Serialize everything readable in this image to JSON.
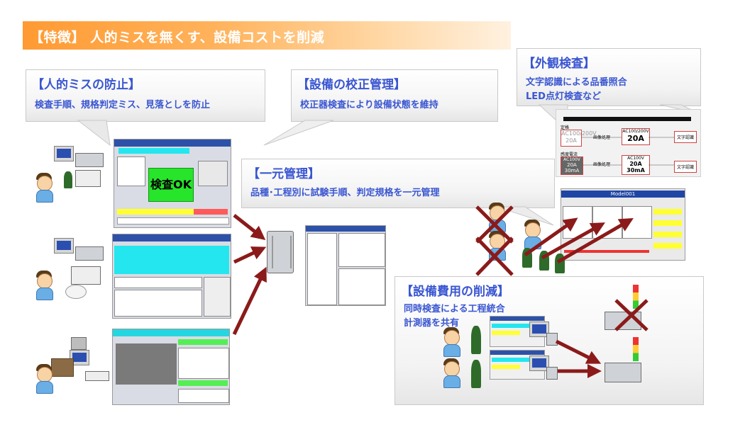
{
  "banner": {
    "title": "【特徴】 人的ミスを無くす、設備コストを削減"
  },
  "callouts": {
    "prevention": {
      "title": "【人的ミスの防止】",
      "line1": "検査手順、規格判定ミス、見落としを防止"
    },
    "calibration": {
      "title": "【設備の校正管理】",
      "line1": "校正器検査により設備状態を維持"
    },
    "appearance": {
      "title": "【外観検査】",
      "line1": "文字認識による品番照合",
      "line2": "LED点灯検査など"
    },
    "central": {
      "title": "【一元管理】",
      "line1": "品種･工程別に試験手順、判定規格を一元管理"
    },
    "cost": {
      "title": "【設備費用の削減】",
      "line1": "同時検査による工程統合",
      "line2": "計測器を共有"
    }
  },
  "screens": {
    "ok_label": "検査OK",
    "model_label": "Model001"
  },
  "recognition": {
    "row1_label": "定格",
    "row1_input": "AC100/200V\n20A",
    "row1_proc": "画像処理",
    "row1_out1": "AC100/200V",
    "row1_out2": "20A",
    "row1_result": "文字認識",
    "row2_label": "感度電流",
    "row2_in1": "AC100V",
    "row2_in2": "20A",
    "row2_in3": "30mA",
    "row2_proc": "画像処理",
    "row2_out1": "AC100V",
    "row2_out2": "20A",
    "row2_out3": "30mA",
    "row2_result": "文字認識"
  },
  "colors": {
    "banner_orange": "#ff9a33",
    "callout_text": "#3a56d1",
    "arrow_darkred": "#8b1a1a",
    "ok_green": "#27e52a"
  }
}
